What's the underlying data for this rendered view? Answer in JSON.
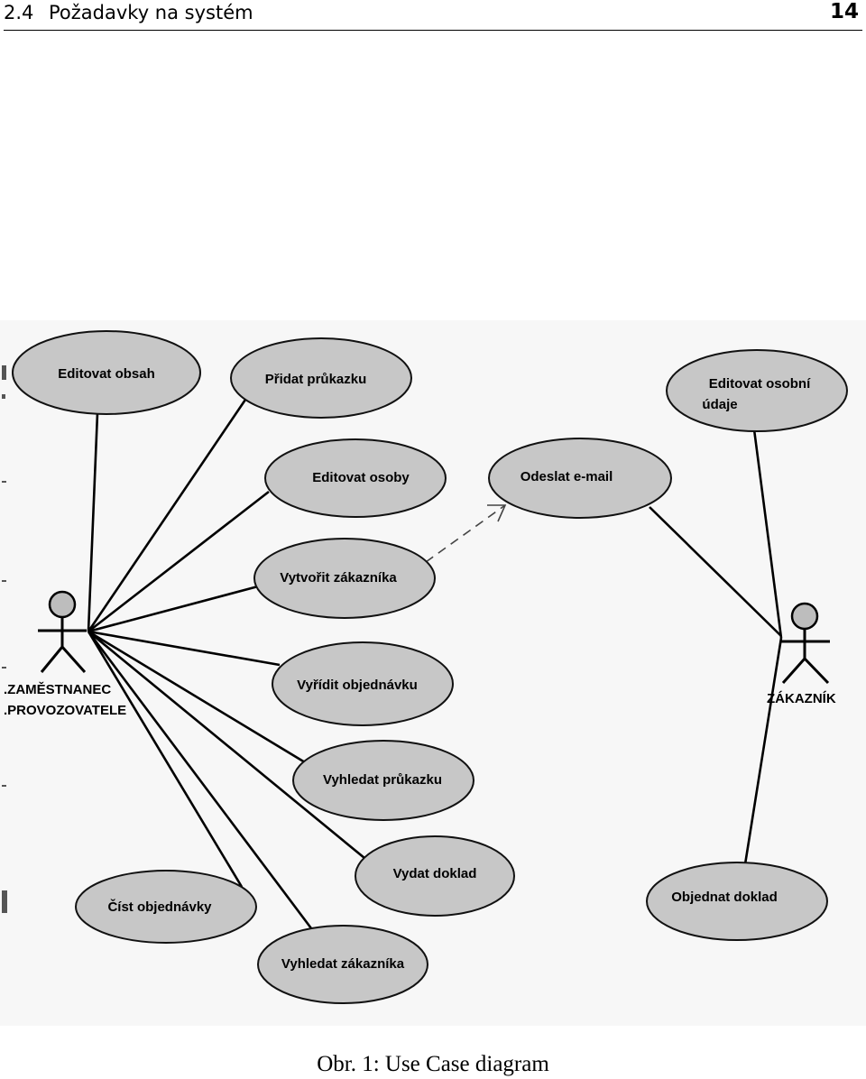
{
  "header": {
    "section_number": "2.4",
    "section_title": "Požadavky na systém",
    "page_number": "14"
  },
  "diagram": {
    "actors": [
      {
        "id": "employee",
        "label_line1": ".ZAMĚSTNANEC",
        "label_line2": ".PROVOZOVATELE"
      },
      {
        "id": "customer",
        "label_line1": "ZÁKAZNÍK"
      }
    ],
    "use_cases": {
      "editovat_obsah": "Editovat obsah",
      "pridat_prukazku": "Přidat průkazku",
      "editovat_osoby": "Editovat osoby",
      "vytvorit_zakaznika": "Vytvořit zákazníka",
      "vyridit_objednavku": "Vyřídit objednávku",
      "vyhledat_prukazku": "Vyhledat průkazku",
      "vydat_doklad": "Vydat doklad",
      "cist_objednavky": "Číst objednávky",
      "vyhledat_zakaznika": "Vyhledat zákazníka",
      "odeslat_email": "Odeslat e-mail",
      "editovat_osobni_udaje_line1": "Editovat osobní",
      "editovat_osobni_udaje_line2": "údaje",
      "objednat_doklad": "Objednat doklad"
    },
    "colors": {
      "use_case_fill": "#c7c7c7",
      "actor_head_fill": "#bdbdbd",
      "background": "#f7f7f7"
    }
  },
  "caption": "Obr. 1: Use Case diagram"
}
